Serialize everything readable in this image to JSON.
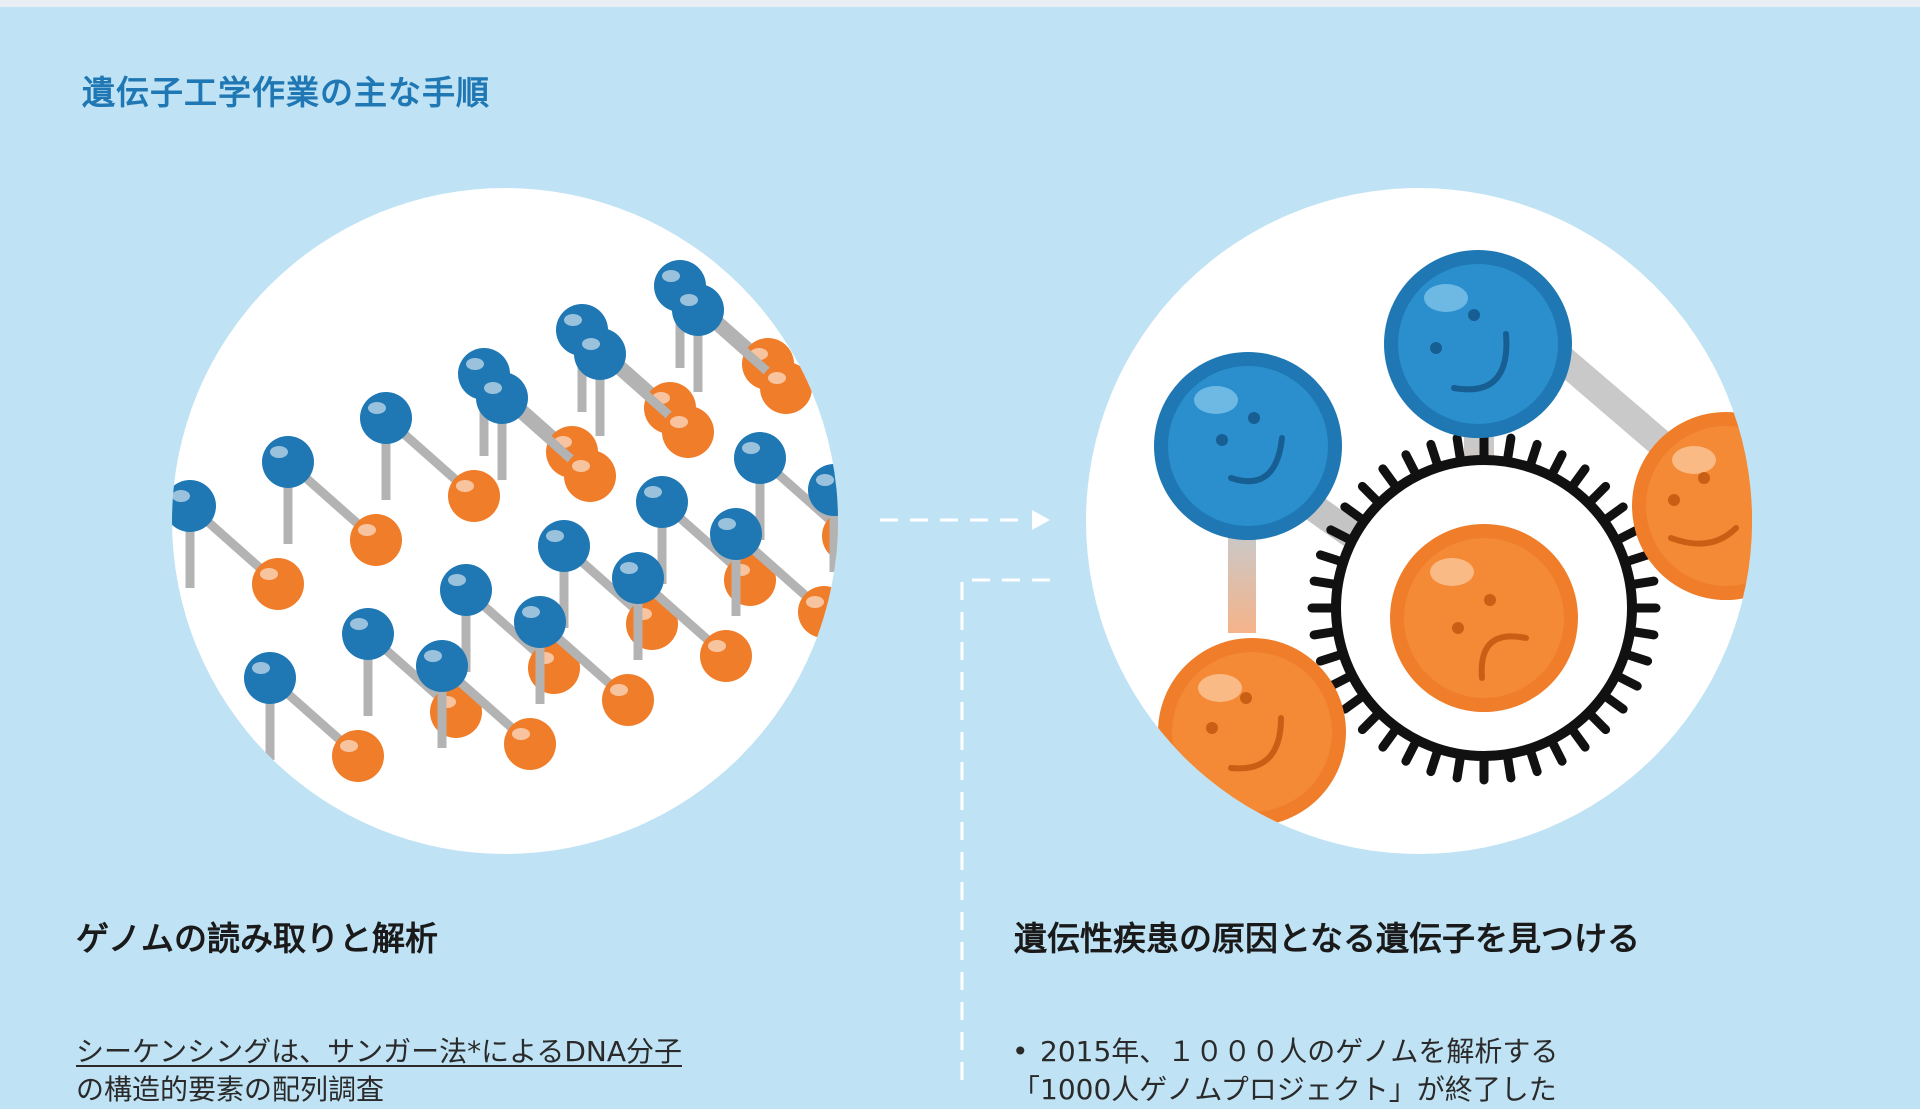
{
  "page": {
    "title": "遺伝子工学作業の主な手順"
  },
  "colors": {
    "background": "#bfe2f4",
    "title": "#1f78b4",
    "blue_atom": "#1f78b4",
    "orange_atom": "#f07d2a",
    "bond": "#b3b3b3",
    "gear": "#111111"
  },
  "left_panel": {
    "illustration": "dna-double-helix-illustration",
    "heading": "ゲノムの読み取りと解析",
    "text_line1": "シーケンシングは、サンガー法*によるDNA分子",
    "text_line2": "の構造的要素の配列調査"
  },
  "right_panel": {
    "illustration": "faulty-gene-molecule-illustration",
    "heading": "遺伝性疾患の原因となる遺伝子を見つける",
    "bullet_symbol": "•",
    "text_line1": "2015年、１０００人のゲノムを解析する",
    "text_line2": "「1000人ゲノムプロジェクト」が終了した"
  }
}
